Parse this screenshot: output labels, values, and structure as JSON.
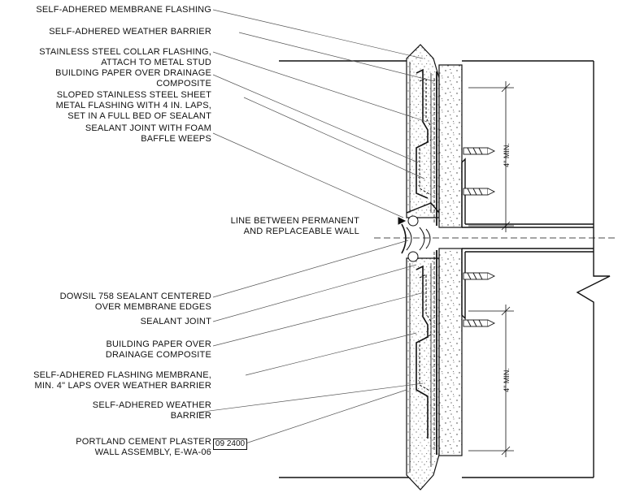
{
  "callouts": [
    {
      "id": "membrane-flashing",
      "lines": [
        "SELF-ADHERED MEMBRANE FLASHING"
      ]
    },
    {
      "id": "weather-barrier-top",
      "lines": [
        "SELF-ADHERED WEATHER BARRIER"
      ]
    },
    {
      "id": "collar-flashing",
      "lines": [
        "STAINLESS STEEL COLLAR FLASHING,",
        "ATTACH TO METAL STUD"
      ]
    },
    {
      "id": "building-paper-top",
      "lines": [
        "BUILDING PAPER OVER DRAINAGE",
        "COMPOSITE"
      ]
    },
    {
      "id": "sloped-flashing",
      "lines": [
        "SLOPED STAINLESS STEEL SHEET",
        "METAL FLASHING WITH 4 IN. LAPS,",
        "SET IN A FULL BED OF SEALANT"
      ]
    },
    {
      "id": "sealant-foam",
      "lines": [
        "SEALANT JOINT WITH FOAM",
        "BAFFLE WEEPS"
      ]
    },
    {
      "id": "line-between",
      "lines": [
        "LINE BETWEEN PERMANENT",
        "AND REPLACEABLE WALL"
      ]
    },
    {
      "id": "dowsil",
      "lines": [
        "DOWSIL 758 SEALANT CENTERED",
        "OVER MEMBRANE EDGES"
      ]
    },
    {
      "id": "sealant-joint",
      "lines": [
        "SEALANT JOINT"
      ]
    },
    {
      "id": "building-paper-bottom",
      "lines": [
        "BUILDING PAPER OVER",
        "DRAINAGE COMPOSITE"
      ]
    },
    {
      "id": "flashing-membrane",
      "lines": [
        "SELF-ADHERED FLASHING MEMBRANE,",
        "MIN. 4\" LAPS OVER WEATHER BARRIER"
      ]
    },
    {
      "id": "weather-barrier-bottom",
      "lines": [
        "SELF-ADHERED WEATHER",
        "BARRIER"
      ]
    },
    {
      "id": "plaster-assembly",
      "lines": [
        "PORTLAND CEMENT PLASTER",
        "WALL ASSEMBLY, E-WA-06"
      ]
    }
  ],
  "spec_tag": "09 2400",
  "dimensions": {
    "upper": "4\" MIN.",
    "lower": "4\" MIN."
  }
}
